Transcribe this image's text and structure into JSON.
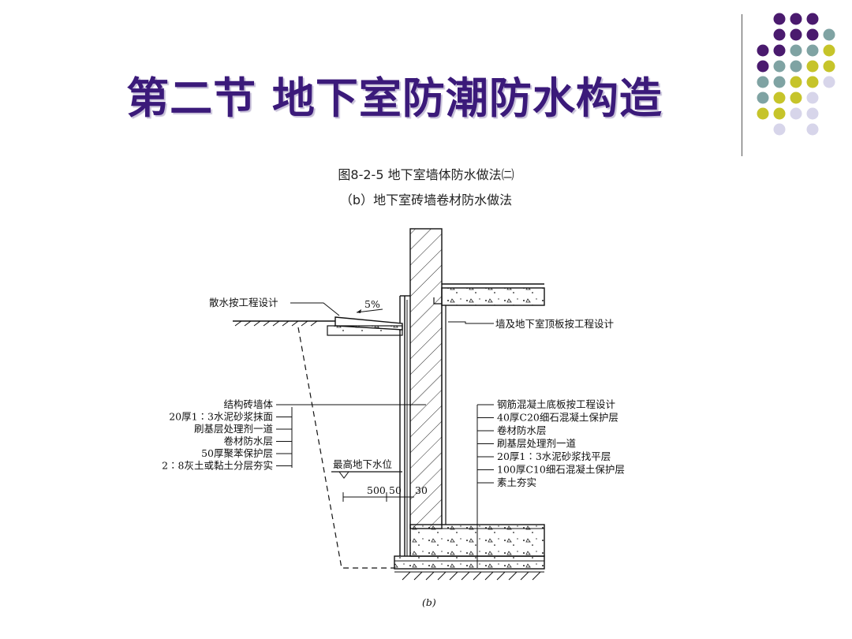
{
  "slide": {
    "title": "第二节 地下室防潮防水构造",
    "caption_line1": "图8-2-5 地下室墙体防水做法㈡",
    "caption_line2": "（b）地下室砖墙卷材防水做法"
  },
  "decoration": {
    "colors": {
      "purple": "#4a1a6e",
      "teal": "#7fa3a3",
      "yellow": "#c6c42a",
      "lavender": "#d7d5ea"
    }
  },
  "diagram": {
    "label_top_left": "散水按工程设计",
    "slope": "5%",
    "label_top_right": "墙及地下室顶板按工程设计",
    "left_labels": [
      "结构砖墙体",
      "20厚1∶3水泥砂浆抹面",
      "刷基层处理剂一道",
      "卷材防水层",
      "50厚聚苯保护层",
      "2∶8灰土或黏土分层夯实"
    ],
    "right_labels": [
      "钢筋混凝土底板按工程设计",
      "40厚C20细石混凝土保护层",
      "卷材防水层",
      "刷基层处理剂一道",
      "20厚1∶3水泥砂浆找平层",
      "100厚C10细石混凝土保护层",
      "素土夯实"
    ],
    "water_level_label": "最高地下水位",
    "dims": [
      "500",
      "50",
      "30"
    ],
    "figure_label": "(b)"
  }
}
